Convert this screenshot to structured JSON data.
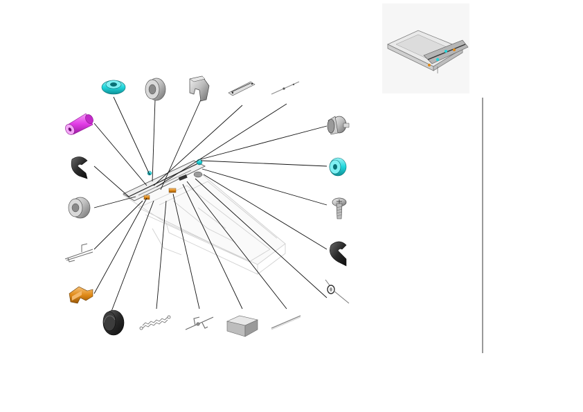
{
  "colors": {
    "magenta_part": "#e23ce6",
    "cyan_part": "#20d6dc",
    "orange_part": "#e08a18",
    "grey_part": "#b9b9b9",
    "dark_part": "#2a2a2a",
    "leader_line": "#111111",
    "divider": "#333333"
  },
  "parts": [
    {
      "id": "roller-magenta",
      "icon": "roller-icon"
    },
    {
      "id": "bushing-cyan",
      "icon": "bushing-icon"
    },
    {
      "id": "roller-grey-top",
      "icon": "roller-icon"
    },
    {
      "id": "bracket-clip-top",
      "icon": "clip-icon"
    },
    {
      "id": "shaft-rail-top",
      "icon": "rail-icon"
    },
    {
      "id": "spring-pin-top",
      "icon": "pin-icon"
    },
    {
      "id": "c-clip-left",
      "icon": "c-clip-icon"
    },
    {
      "id": "roller-grey-left",
      "icon": "roller-icon"
    },
    {
      "id": "wire-link-left",
      "icon": "wire-icon"
    },
    {
      "id": "actuator-orange",
      "icon": "actuator-icon"
    },
    {
      "id": "tire-black",
      "icon": "tire-icon"
    },
    {
      "id": "spring-bottom",
      "icon": "spring-icon"
    },
    {
      "id": "shaft-bottom",
      "icon": "shaft-icon"
    },
    {
      "id": "cover-plate",
      "icon": "plate-icon"
    },
    {
      "id": "rod-bottom",
      "icon": "rod-icon"
    },
    {
      "id": "gear-pulley",
      "icon": "gear-icon"
    },
    {
      "id": "bushing-cyan-right",
      "icon": "bushing-icon"
    },
    {
      "id": "screw",
      "icon": "screw-icon"
    },
    {
      "id": "c-clip-right",
      "icon": "c-clip-icon"
    },
    {
      "id": "torsion-spring",
      "icon": "torsion-spring-icon"
    }
  ]
}
